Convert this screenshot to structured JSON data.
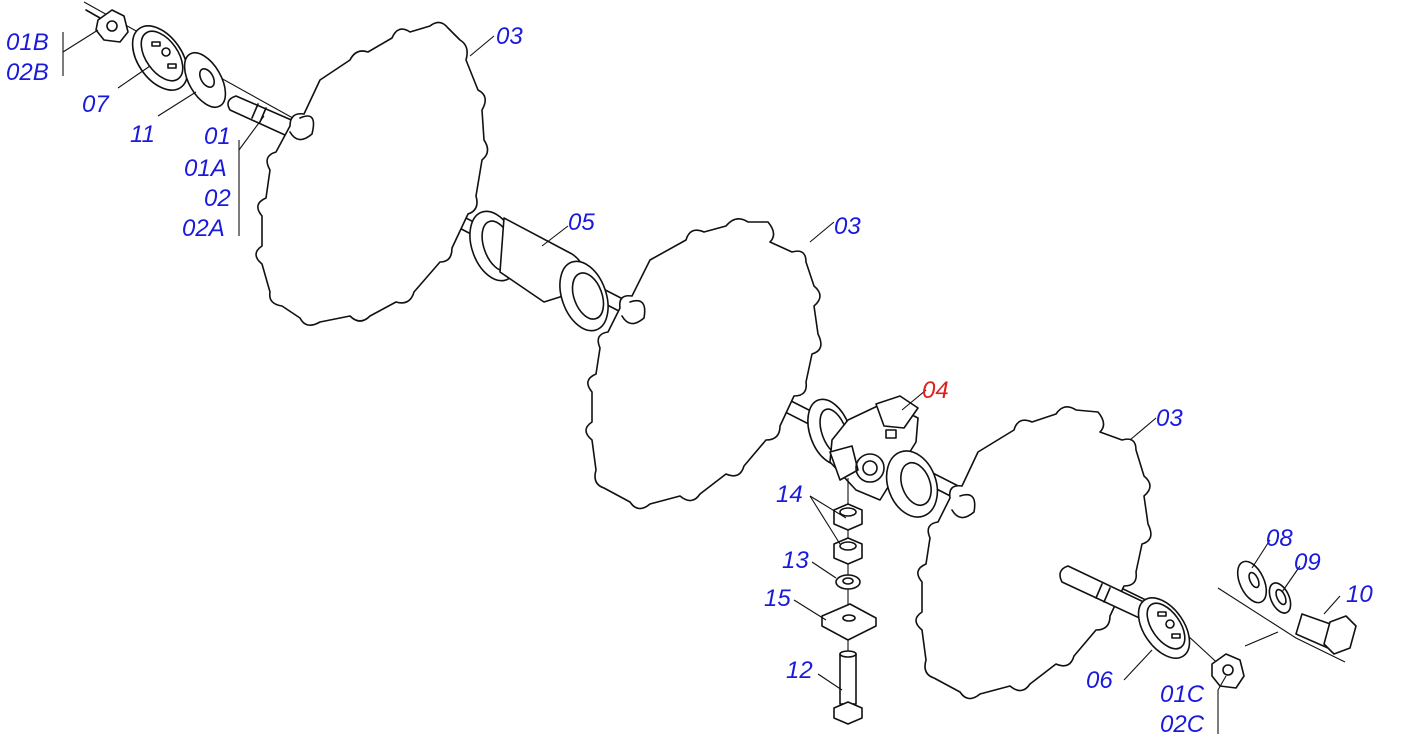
{
  "colors": {
    "label": "#1a1adb",
    "highlight": "#e0201c",
    "line": "#111111"
  },
  "labels": [
    {
      "id": "01B",
      "text": "01B"
    },
    {
      "id": "02B",
      "text": "02B"
    },
    {
      "id": "07",
      "text": "07"
    },
    {
      "id": "11",
      "text": "11"
    },
    {
      "id": "01",
      "text": "01"
    },
    {
      "id": "01A",
      "text": "01A"
    },
    {
      "id": "02",
      "text": "02"
    },
    {
      "id": "02A",
      "text": "02A"
    },
    {
      "id": "03a",
      "text": "03"
    },
    {
      "id": "05",
      "text": "05"
    },
    {
      "id": "03b",
      "text": "03"
    },
    {
      "id": "04",
      "text": "04",
      "highlight": true
    },
    {
      "id": "03c",
      "text": "03"
    },
    {
      "id": "14",
      "text": "14"
    },
    {
      "id": "13",
      "text": "13"
    },
    {
      "id": "15",
      "text": "15"
    },
    {
      "id": "12",
      "text": "12"
    },
    {
      "id": "08",
      "text": "08"
    },
    {
      "id": "09",
      "text": "09"
    },
    {
      "id": "10",
      "text": "10"
    },
    {
      "id": "06",
      "text": "06"
    },
    {
      "id": "01C",
      "text": "01C"
    },
    {
      "id": "02C",
      "text": "02C"
    }
  ]
}
